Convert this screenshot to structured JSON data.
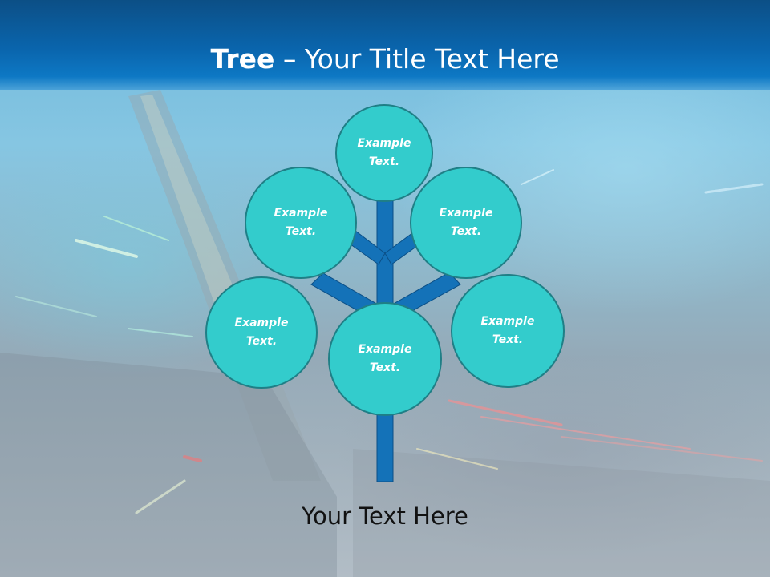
{
  "title": {
    "bold": "Tree",
    "rest": " – Your Title Text Here"
  },
  "nodes": [
    {
      "line1": "Example",
      "line2": "Text."
    },
    {
      "line1": "Example",
      "line2": "Text."
    },
    {
      "line1": "Example",
      "line2": "Text."
    },
    {
      "line1": "Example",
      "line2": "Text."
    },
    {
      "line1": "Example",
      "line2": "Text."
    },
    {
      "line1": "Example",
      "line2": "Text."
    }
  ],
  "footer": "Your Text Here",
  "colors": {
    "header": "#0a65ad",
    "node_fill": "#33cccc",
    "node_stroke": "#1f7f86",
    "branch": "#1472b8",
    "branch_stroke": "#0b4f86"
  }
}
